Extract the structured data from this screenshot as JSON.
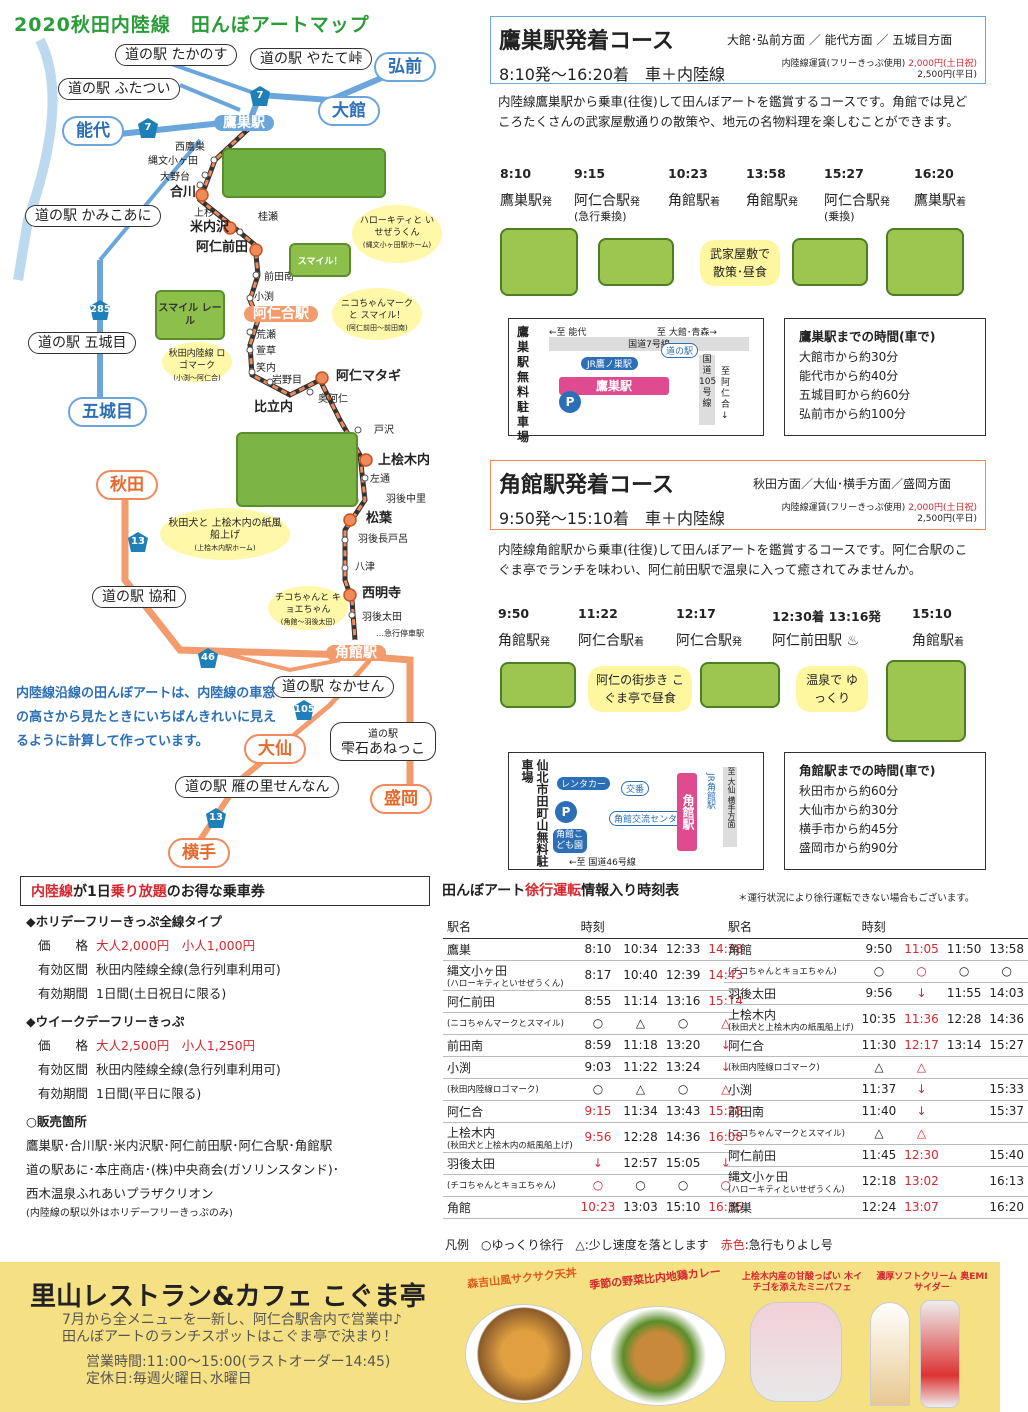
{
  "map": {
    "title": "2020秋田内陸線　田んぼアートマップ",
    "road_stations": {
      "takanosu": "道の駅 たかのす",
      "yatatetoge": "道の駅 やたて峠",
      "futatsui": "道の駅 ふたつい",
      "kamikoani": "道の駅 かみこあに",
      "gojome": "道の駅 五城目",
      "kyowa": "道の駅 協和",
      "nakasen": "道の駅 なかせん",
      "shizukuishi_1": "道の駅",
      "shizukuishi_2": "雫石あねっこ",
      "karinosato": "道の駅 雁の里せんなん"
    },
    "cities": {
      "hirosaki": "弘前",
      "odate": "大館",
      "noshiro": "能代",
      "gojome": "五城目",
      "akita": "秋田",
      "omagari": "大仙",
      "morioka": "盛岡",
      "yokote": "横手"
    },
    "routes": [
      "7",
      "7",
      "285",
      "13",
      "46",
      "105",
      "13"
    ],
    "stations": {
      "takanosu": "鷹巣駅",
      "nishitakanosu": "西鷹巣",
      "nawamon": "縄文小ヶ田",
      "odaidai": "大野台",
      "aikawa": "合川",
      "kamisugi": "上杉",
      "yonaizawa": "米内沢",
      "keise": "桂瀬",
      "aniMaeda": "阿仁前田",
      "maedaminami": "前田南",
      "kobuchi": "小渕",
      "aniai": "阿仁合駅",
      "arase": "荒瀬",
      "kayakusa": "萱草",
      "kasuuchi": "笑内",
      "iwanome": "岩野目",
      "hitachinai": "比立内",
      "okuani": "奥阿仁",
      "animatagi": "阿仁マタギ",
      "tozawa": "戸沢",
      "kamihinokinai": "上桧木内",
      "sadohara": "左通",
      "ugonakazato": "羽後中里",
      "matsuba": "松葉",
      "ugonagatoro": "羽後長戸呂",
      "yatsu": "八津",
      "saimyoji": "西明寺",
      "ugoota": "羽後太田",
      "kakunodate": "角館駅",
      "express_note": "…急行停車駅"
    },
    "bubbles": {
      "kitty": "ハローキティと いせぜうくん",
      "kitty_sub": "(縄文小ヶ田駅ホーム)",
      "smile": "スマイル！",
      "niko": "ニコちゃんマークと スマイル！",
      "niko_sub": "(阿仁前田〜前田南)",
      "logo": "秋田内陸線 ロゴマーク",
      "logo_sub": "(小渕〜阿仁合)",
      "dog": "秋田犬と 上桧木内の紙風船上げ",
      "dog_sub": "(上桧木内駅ホーム)",
      "chiko": "チコちゃんと キョエちゃん",
      "chiko_sub": "(角館〜羽後太田)",
      "smile_rail": "スマイル レール"
    },
    "note": "内陸線沿線の田んぼアートは、内陸線の車窓の高さから見たときにいちばんきれいに見えるように計算して作っています。"
  },
  "course1": {
    "title": "鷹巣駅発着コース",
    "directions": "大館･弘前方面 ／ 能代方面 ／ 五城目方面",
    "time": "8:10発〜16:20着　車＋内陸線",
    "fare_label": "内陸線運賃(フリーきっぷ使用)",
    "fare_1": "2,000円(土日祝)",
    "fare_2": "2,500円(平日)",
    "desc": "内陸線鷹巣駅から乗車(往復)して田んぼアートを鑑賞するコースです。角館では見どころたくさんの武家屋敷通りの散策や、地元の名物料理を楽しむことができます。",
    "times": [
      "8:10",
      "9:15",
      "10:23",
      "13:58",
      "15:27",
      "16:20"
    ],
    "stops": [
      "鷹巣駅",
      "阿仁合駅",
      "角館駅",
      "角館駅",
      "阿仁合駅",
      "鷹巣駅"
    ],
    "suffix": [
      "発",
      "発",
      "着",
      "発",
      "発",
      "着"
    ],
    "subs": [
      "",
      "(急行乗換)",
      "",
      "",
      "(乗換)",
      ""
    ],
    "activity": "武家屋敷で 散策･昼食",
    "map": {
      "label": "鷹巣駅無料駐車場",
      "to_noshiro": "←至 能代",
      "to_odate": "至 大館･青森→",
      "road7": "国道7号線",
      "jr": "JR鷹ノ巣駅",
      "michi": "道の駅",
      "station": "鷹巣駅",
      "road105": "国道105号線",
      "to_ani": "至阿仁合↓",
      "parking": "P"
    },
    "drive_title": "鷹巣駅までの時間(車で)",
    "drive": [
      "大館市から約30分",
      "能代市から約40分",
      "五城目町から約60分",
      "弘前市から約100分"
    ]
  },
  "course2": {
    "title": "角館駅発着コース",
    "directions": "秋田方面／大仙･横手方面／盛岡方面",
    "time": "9:50発〜15:10着　車＋内陸線",
    "fare_label": "内陸線運賃(フリーきっぷ使用)",
    "fare_1": "2,000円(土日祝)",
    "fare_2": "2,500円(平日)",
    "desc": "内陸線角館駅から乗車(往復)して田んぼアートを鑑賞するコースです。阿仁合駅のこぐま亭でランチを味わい、阿仁前田駅で温泉に入って癒されてみませんか。",
    "times": [
      "9:50",
      "11:22",
      "12:17",
      "12:30着 13:16発",
      "15:10"
    ],
    "stops": [
      "角館駅",
      "阿仁合駅",
      "阿仁合駅",
      "阿仁前田駅 ♨",
      "角館駅"
    ],
    "suffix": [
      "発",
      "着",
      "発",
      "",
      "着"
    ],
    "activity1": "阿仁の街歩き こぐま亭で昼食",
    "activity2": "温泉で ゆっくり",
    "map": {
      "label": "仙北市田町山無料駐車場",
      "rent": "レンタカー",
      "koban": "交番",
      "parking": "P",
      "center": "角館交流センター",
      "kodomo": "角館こども園",
      "jr": "JR角館駅",
      "station": "角館駅",
      "road105": "至 大仙 横手方面",
      "road46": "←至 国道46号線"
    },
    "drive_title": "角館駅までの時間(車で)",
    "drive": [
      "秋田市から約60分",
      "大仙市から約30分",
      "横手市から約45分",
      "盛岡市から約90分"
    ]
  },
  "pass": {
    "title_1": "内陸線",
    "title_2": "が1日",
    "title_3": "乗り放題",
    "title_4": "のお得な乗車券",
    "holiday": {
      "name": "◆ホリデーフリーきっぷ全線タイプ",
      "price_k": "価　　格",
      "price": "大人2,000円　小人1,000円",
      "area_k": "有効区間",
      "area": "秋田内陸線全線(急行列車利用可)",
      "term_k": "有効期間",
      "term": "1日間(土日祝日に限る)"
    },
    "weekday": {
      "name": "◆ウイークデーフリーきっぷ",
      "price_k": "価　　格",
      "price": "大人2,500円　小人1,250円",
      "area_k": "有効区間",
      "area": "秋田内陸線全線(急行列車利用可)",
      "term_k": "有効期間",
      "term": "1日間(平日に限る)"
    },
    "sales_title": "○販売箇所",
    "sales": [
      "鷹巣駅･合川駅･米内沢駅･阿仁前田駅･阿仁合駅･角館駅",
      "道の駅あに･本庄商店･(株)中央商会(ガソリンスタンド)･",
      "西木温泉ふれあいプラザクリオン"
    ],
    "sales_note": "(内陸線の駅以外はホリデーフリーきっぷのみ)"
  },
  "schedule": {
    "title_1": "田んぼアート",
    "title_2": "徐行運転",
    "title_3": "情報入り時刻表",
    "note": "＊運行状況により徐行運転できない場合もございます。",
    "h_station": "駅名",
    "h_time": "時刻",
    "left": [
      {
        "st": "鷹巣",
        "v": [
          "8:10",
          "10:34",
          "12:33",
          "14:38"
        ],
        "r": [
          0,
          0,
          0,
          1
        ]
      },
      {
        "st": "縄文小ヶ田",
        "sub": "(ハローキティといせぜうくん)",
        "v": [
          "8:17",
          "10:40",
          "12:39",
          "14:43"
        ],
        "r": [
          0,
          0,
          0,
          1
        ]
      },
      {
        "st": "阿仁前田",
        "v": [
          "8:55",
          "11:14",
          "13:16",
          "15:14"
        ],
        "r": [
          0,
          0,
          0,
          1
        ]
      },
      {
        "st": "(ニコちゃんマークとスマイル)",
        "small": true,
        "v": [
          "○",
          "△",
          "○",
          "△"
        ],
        "r": [
          0,
          0,
          0,
          1
        ]
      },
      {
        "st": "前田南",
        "v": [
          "8:59",
          "11:18",
          "13:20",
          "↓"
        ],
        "r": [
          0,
          0,
          0,
          1
        ]
      },
      {
        "st": "小渕",
        "v": [
          "9:03",
          "11:22",
          "13:24",
          "↓"
        ],
        "r": [
          0,
          0,
          0,
          1
        ]
      },
      {
        "st": "(秋田内陸線ロゴマーク)",
        "small": true,
        "v": [
          "○",
          "△",
          "○",
          "△"
        ],
        "r": [
          0,
          0,
          0,
          1
        ]
      },
      {
        "st": "阿仁合",
        "v": [
          "9:15",
          "11:34",
          "13:43",
          "15:28"
        ],
        "r": [
          1,
          0,
          0,
          1
        ]
      },
      {
        "st": "上桧木内",
        "sub": "(秋田犬と上桧木内の紙風船上げ)",
        "v": [
          "9:56",
          "12:28",
          "14:36",
          "16:08"
        ],
        "r": [
          1,
          0,
          0,
          1
        ]
      },
      {
        "st": "羽後太田",
        "v": [
          "↓",
          "12:57",
          "15:05",
          "↓"
        ],
        "r": [
          1,
          0,
          0,
          1
        ]
      },
      {
        "st": "(チコちゃんとキョエちゃん)",
        "small": true,
        "v": [
          "○",
          "○",
          "○",
          "○"
        ],
        "r": [
          1,
          0,
          0,
          1
        ]
      },
      {
        "st": "角館",
        "v": [
          "10:23",
          "13:03",
          "15:10",
          "16:35"
        ],
        "r": [
          1,
          0,
          0,
          1
        ]
      }
    ],
    "right": [
      {
        "st": "角館",
        "v": [
          "9:50",
          "11:05",
          "11:50",
          "13:58"
        ],
        "r": [
          0,
          1,
          0,
          0
        ]
      },
      {
        "st": "(チコちゃんとキョエちゃん)",
        "small": true,
        "v": [
          "○",
          "○",
          "○",
          "○"
        ],
        "r": [
          0,
          1,
          0,
          0
        ]
      },
      {
        "st": "羽後太田",
        "v": [
          "9:56",
          "↓",
          "11:55",
          "14:03"
        ],
        "r": [
          0,
          1,
          0,
          0
        ]
      },
      {
        "st": "上桧木内",
        "sub": "(秋田犬と上桧木内の紙風船上げ)",
        "v": [
          "10:35",
          "11:36",
          "12:28",
          "14:36"
        ],
        "r": [
          0,
          1,
          0,
          0
        ]
      },
      {
        "st": "阿仁合",
        "v": [
          "11:30",
          "12:17",
          "13:14",
          "15:27"
        ],
        "r": [
          0,
          1,
          0,
          0
        ]
      },
      {
        "st": "(秋田内陸線ロゴマーク)",
        "small": true,
        "v": [
          "△",
          "△",
          "",
          ""
        ],
        "r": [
          0,
          1,
          0,
          0
        ]
      },
      {
        "st": "小渕",
        "v": [
          "11:37",
          "↓",
          "",
          "15:33"
        ],
        "r": [
          0,
          1,
          0,
          0
        ]
      },
      {
        "st": "前田南",
        "v": [
          "11:40",
          "↓",
          "",
          "15:37"
        ],
        "r": [
          0,
          1,
          0,
          0
        ]
      },
      {
        "st": "(ニコちゃんマークとスマイル)",
        "small": true,
        "v": [
          "△",
          "△",
          "",
          ""
        ],
        "r": [
          0,
          1,
          0,
          0
        ]
      },
      {
        "st": "阿仁前田",
        "v": [
          "11:45",
          "12:30",
          "",
          "15:40"
        ],
        "r": [
          0,
          1,
          0,
          0
        ]
      },
      {
        "st": "縄文小ヶ田",
        "sub": "(ハローキティといせぜうくん)",
        "v": [
          "12:18",
          "13:02",
          "",
          "16:13"
        ],
        "r": [
          0,
          1,
          0,
          0
        ]
      },
      {
        "st": "鷹巣",
        "v": [
          "12:24",
          "13:07",
          "",
          "16:20"
        ],
        "r": [
          0,
          1,
          0,
          0
        ]
      }
    ],
    "legend_1": "凡例　○ゆっくり徐行　△:少し速度を落とします　",
    "legend_2": "赤色",
    "legend_3": ":急行もりよし号"
  },
  "restaurant": {
    "title": "里山レストラン&カフェ こぐま亭",
    "desc_1": "7月から全メニューを一新し、阿仁合駅舎内で営業中♪",
    "desc_2": "田んぼアートのランチスポットはこぐま亭で決まり！",
    "hours_1": "営業時間:11:00〜15:00(ラストオーダー14:45)",
    "hours_2": "定休日:毎週火曜日､水曜日",
    "food_1": "森吉山風サクサク天丼",
    "food_2": "季節の野菜比内地鶏カレー",
    "food_3": "上桧木内産の甘酸っぱい 木イチゴを添えたミニパフェ",
    "food_4": "濃厚ソフトクリーム 奥EMIサイダー"
  },
  "colors": {
    "blue": "#6aa5dc",
    "orange": "#f08a5a",
    "green": "#8cc04b",
    "red": "#d6282f",
    "yellow": "#f6e084"
  }
}
